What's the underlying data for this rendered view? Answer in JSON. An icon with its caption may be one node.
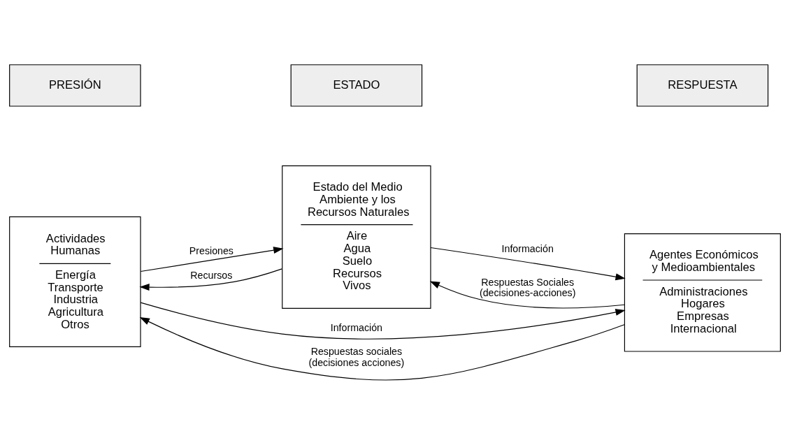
{
  "diagram": {
    "nodes": [
      {
        "text": [
          "PRESIÓN"
        ]
      },
      {
        "text": [
          "ESTADO"
        ]
      },
      {
        "text": [
          "RESPUESTA"
        ]
      },
      {
        "text": [
          "Actividades Humanas",
          "Energía Transporte Industria Agricultura Otros"
        ]
      },
      {
        "text": [
          "Estado del Medio Ambiente y los Recursos Naturales",
          "Aire Agua Suelo Recursos Vivos"
        ]
      },
      {
        "text": [
          "Agentes Económicos y Medioambientales",
          "Administraciones Hogares Empresas Internacional"
        ]
      }
    ],
    "edges": [
      {
        "from": 3,
        "to": 5,
        "label": "Información",
        "arrow": "to"
      },
      {
        "from": 3,
        "to": 4,
        "label": "Presiones",
        "arrow": "to"
      },
      {
        "from": 4,
        "to": 5,
        "label": "Información",
        "arrow": "to"
      },
      {
        "from": 4,
        "to": 3,
        "label": "Recursos",
        "arrow": "to"
      },
      {
        "from": 5,
        "to": 4,
        "label": "Respuestas Sociales (decisiones-acciones)",
        "arrow": "to"
      },
      {
        "from": 5,
        "to": 3,
        "label": "Respuestas sociales (decisiones acciones)",
        "arrow": "to"
      }
    ]
  }
}
